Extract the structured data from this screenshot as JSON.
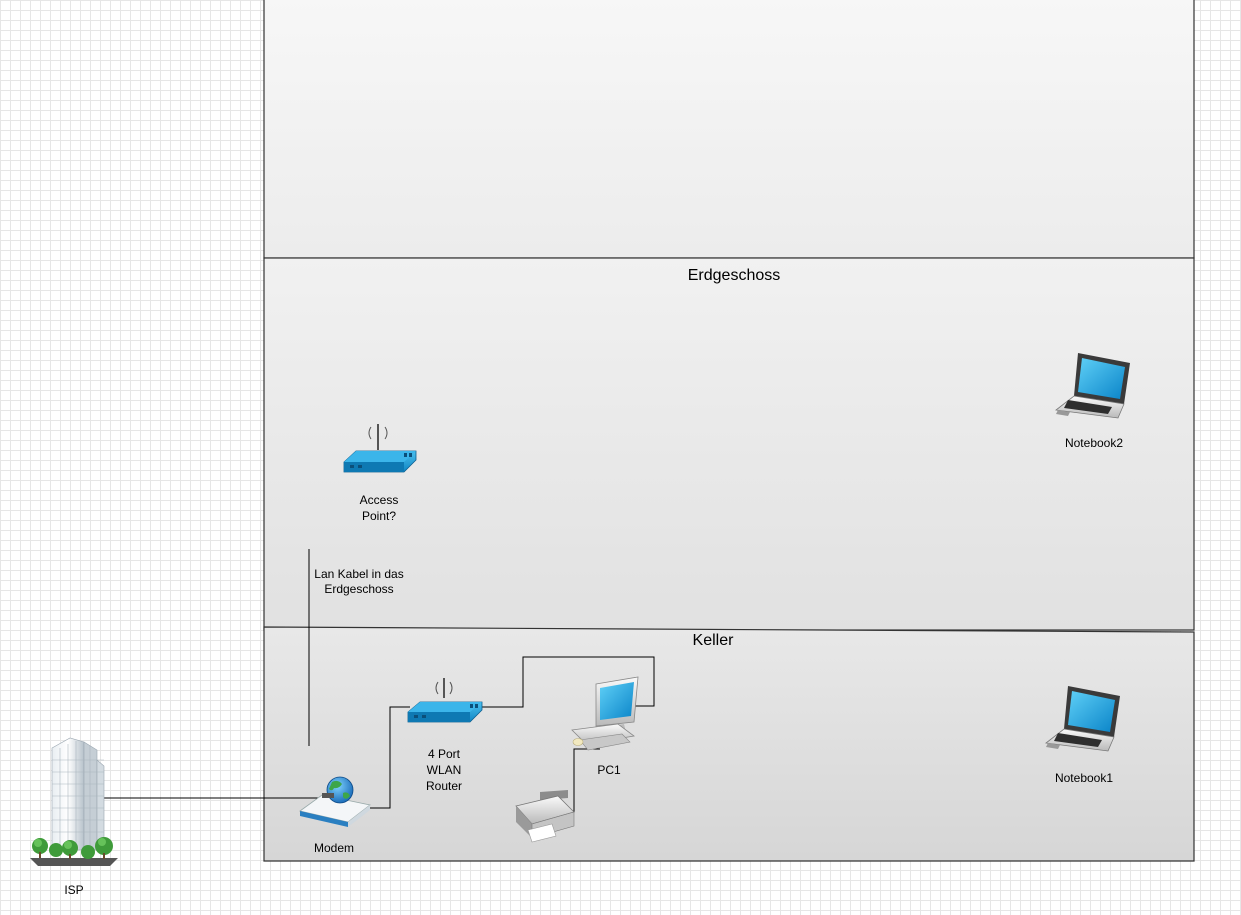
{
  "floors": {
    "top_label": "",
    "ground_floor_label": "Erdgeschoss",
    "basement_label": "Keller"
  },
  "devices": {
    "isp": {
      "label": "ISP",
      "icon": "office-building-icon"
    },
    "modem": {
      "label": "Modem",
      "icon": "modem-globe-icon"
    },
    "router": {
      "label_lines": [
        "4 Port",
        "WLAN",
        "Router"
      ],
      "icon": "wireless-router-icon"
    },
    "access_point": {
      "label_lines": [
        "Access",
        "Point?"
      ],
      "icon": "wireless-router-icon"
    },
    "pc": {
      "label": "PC1",
      "icon": "desktop-computer-icon"
    },
    "printer": {
      "label": "",
      "icon": "printer-icon"
    },
    "notebook1": {
      "label": "Notebook1",
      "icon": "laptop-icon"
    },
    "notebook2": {
      "label": "Notebook2",
      "icon": "laptop-icon"
    }
  },
  "annotations": {
    "lan_cable_lines": [
      "Lan Kabel in das",
      "Erdgeschoss"
    ]
  },
  "colors": {
    "device_blue": "#1e9fd6",
    "screen_blue": "#1aa3e0",
    "floor_fill_top": "#f3f3f3",
    "floor_fill_bottom": "#dcdcdc"
  }
}
